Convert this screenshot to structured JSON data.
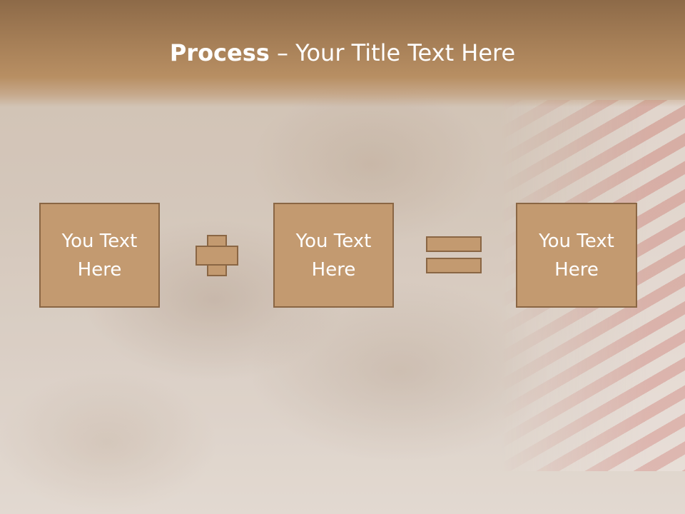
{
  "title": {
    "bold": "Process",
    "rest": " – Your Title Text Here"
  },
  "boxes": [
    {
      "line1": "You Text",
      "line2": "Here"
    },
    {
      "line1": "You Text",
      "line2": "Here"
    },
    {
      "line1": "You Text",
      "line2": "Here"
    }
  ],
  "operators": {
    "first": "plus-icon",
    "second": "equals-icon"
  },
  "colors": {
    "header": "#a67f57",
    "box_fill": "#c39a70",
    "box_border": "#8a6644",
    "text": "#ffffff"
  }
}
